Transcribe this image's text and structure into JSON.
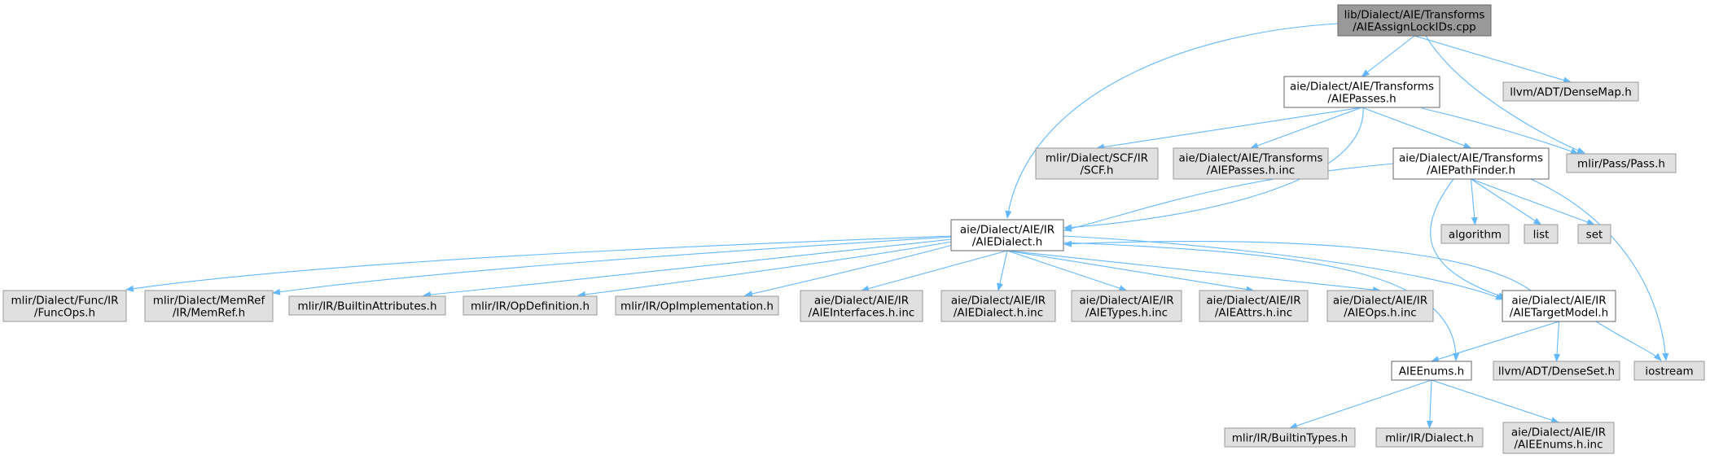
{
  "colors": {
    "edge": "#63b8ff",
    "root_fill": "#999999",
    "root_stroke": "#666666",
    "doc_fill": "#ffffff",
    "doc_stroke": "#666666",
    "ext_fill": "#e0e0e0",
    "ext_stroke": "#999999",
    "background": "#ffffff"
  },
  "nodes": [
    {
      "id": "root",
      "kind": "root",
      "lines": [
        "lib/Dialect/AIE/Transforms",
        "/AIEAssignLockIDs.cpp"
      ]
    },
    {
      "id": "aiepasses",
      "kind": "doc",
      "lines": [
        "aie/Dialect/AIE/Transforms",
        "/AIEPasses.h"
      ]
    },
    {
      "id": "densemap",
      "kind": "ext",
      "lines": [
        "llvm/ADT/DenseMap.h"
      ]
    },
    {
      "id": "passh",
      "kind": "ext",
      "lines": [
        "mlir/Pass/Pass.h"
      ]
    },
    {
      "id": "scfh",
      "kind": "ext",
      "lines": [
        "mlir/Dialect/SCF/IR",
        "/SCF.h"
      ]
    },
    {
      "id": "passesinc",
      "kind": "ext",
      "lines": [
        "aie/Dialect/AIE/Transforms",
        "/AIEPasses.h.inc"
      ]
    },
    {
      "id": "pathfinder",
      "kind": "doc",
      "lines": [
        "aie/Dialect/AIE/Transforms",
        "/AIEPathFinder.h"
      ]
    },
    {
      "id": "aiedialect",
      "kind": "doc",
      "lines": [
        "aie/Dialect/AIE/IR",
        "/AIEDialect.h"
      ]
    },
    {
      "id": "algorithm",
      "kind": "ext",
      "lines": [
        "algorithm"
      ]
    },
    {
      "id": "list",
      "kind": "ext",
      "lines": [
        "list"
      ]
    },
    {
      "id": "set",
      "kind": "ext",
      "lines": [
        "set"
      ]
    },
    {
      "id": "funcops",
      "kind": "ext",
      "lines": [
        "mlir/Dialect/Func/IR",
        "/FuncOps.h"
      ]
    },
    {
      "id": "memref",
      "kind": "ext",
      "lines": [
        "mlir/Dialect/MemRef",
        "/IR/MemRef.h"
      ]
    },
    {
      "id": "builtinattr",
      "kind": "ext",
      "lines": [
        "mlir/IR/BuiltinAttributes.h"
      ]
    },
    {
      "id": "opdef",
      "kind": "ext",
      "lines": [
        "mlir/IR/OpDefinition.h"
      ]
    },
    {
      "id": "opimpl",
      "kind": "ext",
      "lines": [
        "mlir/IR/OpImplementation.h"
      ]
    },
    {
      "id": "ifaceinc",
      "kind": "ext",
      "lines": [
        "aie/Dialect/AIE/IR",
        "/AIEInterfaces.h.inc"
      ]
    },
    {
      "id": "dialectinc",
      "kind": "ext",
      "lines": [
        "aie/Dialect/AIE/IR",
        "/AIEDialect.h.inc"
      ]
    },
    {
      "id": "typesinc",
      "kind": "ext",
      "lines": [
        "aie/Dialect/AIE/IR",
        "/AIETypes.h.inc"
      ]
    },
    {
      "id": "attrsinc",
      "kind": "ext",
      "lines": [
        "aie/Dialect/AIE/IR",
        "/AIEAttrs.h.inc"
      ]
    },
    {
      "id": "opsinc",
      "kind": "ext",
      "lines": [
        "aie/Dialect/AIE/IR",
        "/AIEOps.h.inc"
      ]
    },
    {
      "id": "targetmodel",
      "kind": "doc",
      "lines": [
        "aie/Dialect/AIE/IR",
        "/AIETargetModel.h"
      ]
    },
    {
      "id": "aieenums",
      "kind": "doc",
      "lines": [
        "AIEEnums.h"
      ]
    },
    {
      "id": "denseset",
      "kind": "ext",
      "lines": [
        "llvm/ADT/DenseSet.h"
      ]
    },
    {
      "id": "iostream",
      "kind": "ext",
      "lines": [
        "iostream"
      ]
    },
    {
      "id": "builtintypes",
      "kind": "ext",
      "lines": [
        "mlir/IR/BuiltinTypes.h"
      ]
    },
    {
      "id": "dialecth",
      "kind": "ext",
      "lines": [
        "mlir/IR/Dialect.h"
      ]
    },
    {
      "id": "enumsinc",
      "kind": "ext",
      "lines": [
        "aie/Dialect/AIE/IR",
        "/AIEEnums.h.inc"
      ]
    }
  ],
  "edges": [
    [
      "root",
      "aiepasses"
    ],
    [
      "root",
      "densemap"
    ],
    [
      "root",
      "passh"
    ],
    [
      "root",
      "aiedialect"
    ],
    [
      "aiepasses",
      "scfh"
    ],
    [
      "aiepasses",
      "passesinc"
    ],
    [
      "aiepasses",
      "pathfinder"
    ],
    [
      "aiepasses",
      "passh"
    ],
    [
      "aiepasses",
      "aiedialect"
    ],
    [
      "pathfinder",
      "aiedialect"
    ],
    [
      "pathfinder",
      "algorithm"
    ],
    [
      "pathfinder",
      "list"
    ],
    [
      "pathfinder",
      "set"
    ],
    [
      "pathfinder",
      "targetmodel"
    ],
    [
      "pathfinder",
      "iostream"
    ],
    [
      "aiedialect",
      "funcops"
    ],
    [
      "aiedialect",
      "memref"
    ],
    [
      "aiedialect",
      "builtinattr"
    ],
    [
      "aiedialect",
      "opdef"
    ],
    [
      "aiedialect",
      "opimpl"
    ],
    [
      "aiedialect",
      "ifaceinc"
    ],
    [
      "aiedialect",
      "dialectinc"
    ],
    [
      "aiedialect",
      "typesinc"
    ],
    [
      "aiedialect",
      "attrsinc"
    ],
    [
      "aiedialect",
      "opsinc"
    ],
    [
      "aiedialect",
      "targetmodel"
    ],
    [
      "aiedialect",
      "aieenums"
    ],
    [
      "targetmodel",
      "aiedialect"
    ],
    [
      "targetmodel",
      "aieenums"
    ],
    [
      "targetmodel",
      "denseset"
    ],
    [
      "targetmodel",
      "iostream"
    ],
    [
      "aieenums",
      "builtintypes"
    ],
    [
      "aieenums",
      "dialecth"
    ],
    [
      "aieenums",
      "enumsinc"
    ]
  ]
}
